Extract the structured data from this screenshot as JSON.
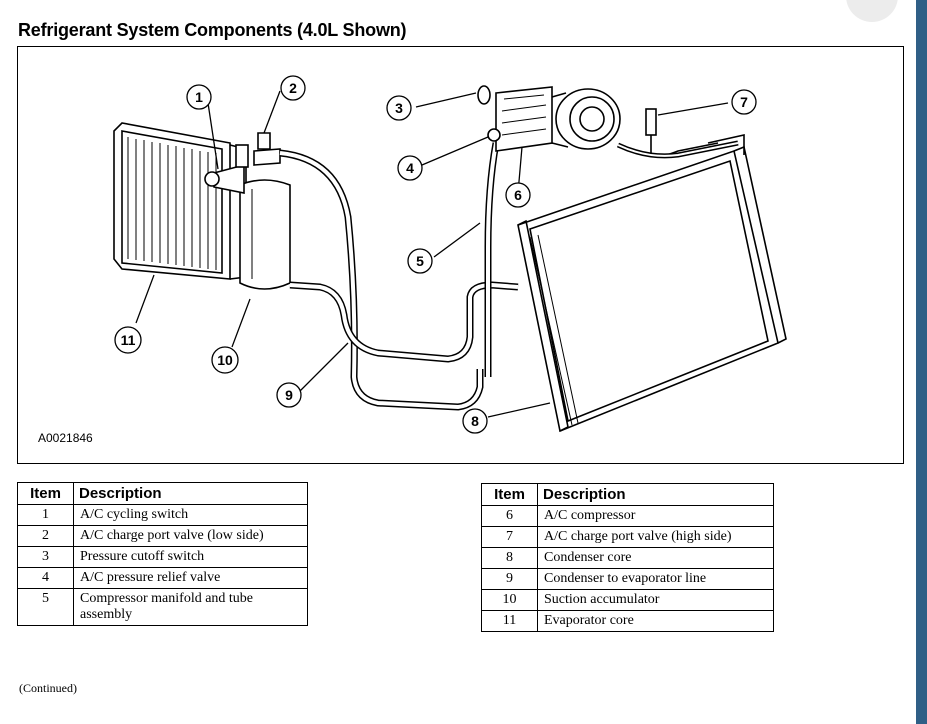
{
  "page": {
    "title": "Refrigerant System Components (4.0L Shown)",
    "figure_id": "A0021846",
    "continued": "(Continued)"
  },
  "figure": {
    "callouts": [
      "1",
      "2",
      "3",
      "4",
      "5",
      "6",
      "7",
      "8",
      "9",
      "10",
      "11"
    ]
  },
  "table_headers": {
    "item": "Item",
    "description": "Description"
  },
  "table_left": [
    {
      "item": "1",
      "description": "A/C cycling switch"
    },
    {
      "item": "2",
      "description": "A/C charge port valve (low side)"
    },
    {
      "item": "3",
      "description": "Pressure cutoff switch"
    },
    {
      "item": "4",
      "description": "A/C pressure relief valve"
    },
    {
      "item": "5",
      "description": "Compressor manifold and tube assembly"
    }
  ],
  "table_right": [
    {
      "item": "6",
      "description": "A/C compressor"
    },
    {
      "item": "7",
      "description": "A/C charge port valve (high side)"
    },
    {
      "item": "8",
      "description": "Condenser core"
    },
    {
      "item": "9",
      "description": "Condenser to evaporator line"
    },
    {
      "item": "10",
      "description": "Suction accumulator"
    },
    {
      "item": "11",
      "description": "Evaporator core"
    }
  ]
}
